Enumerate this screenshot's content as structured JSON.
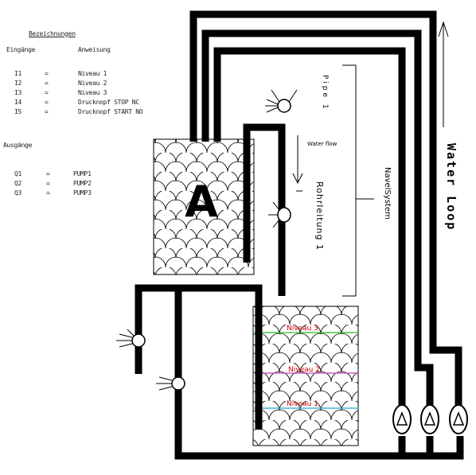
{
  "legend": {
    "title": "Bezeichnungen",
    "inputs_header": "Eingänge",
    "inputs_col_header": "Anweisung",
    "inputs": [
      {
        "code": "I1",
        "sep": "=",
        "desc": "Niveau 1"
      },
      {
        "code": "I2",
        "sep": "=",
        "desc": "Niveau 2"
      },
      {
        "code": "I3",
        "sep": "=",
        "desc": "Niveau 3"
      },
      {
        "code": "I4",
        "sep": "=",
        "desc": "Drucknopf STOP NC"
      },
      {
        "code": "I5",
        "sep": "=",
        "desc": "Drucknopf START NO"
      }
    ],
    "outputs_header": "Ausgänge",
    "outputs": [
      {
        "code": "Q1",
        "sep": "=",
        "desc": "PUMP1"
      },
      {
        "code": "Q2",
        "sep": "=",
        "desc": "PUMP2"
      },
      {
        "code": "Q3",
        "sep": "=",
        "desc": "PUMP3"
      }
    ]
  },
  "diagram": {
    "tank_a_label": "A",
    "water_flow_label": "Water flow",
    "pipe_label": "Pipe 1",
    "rohrleitung_label": "Rohrleitung 1",
    "navel_system_label": "NavelSystem",
    "water_loop_label": "Water Loop",
    "levels": [
      {
        "label": "Niveau 3",
        "color": "#22bb22"
      },
      {
        "label": "Niveau 2",
        "color": "#bb44bb"
      },
      {
        "label": "Niveau 1",
        "color": "#22aacc"
      }
    ],
    "level_label_color": "#cc0000",
    "pipe_color": "#000000"
  }
}
